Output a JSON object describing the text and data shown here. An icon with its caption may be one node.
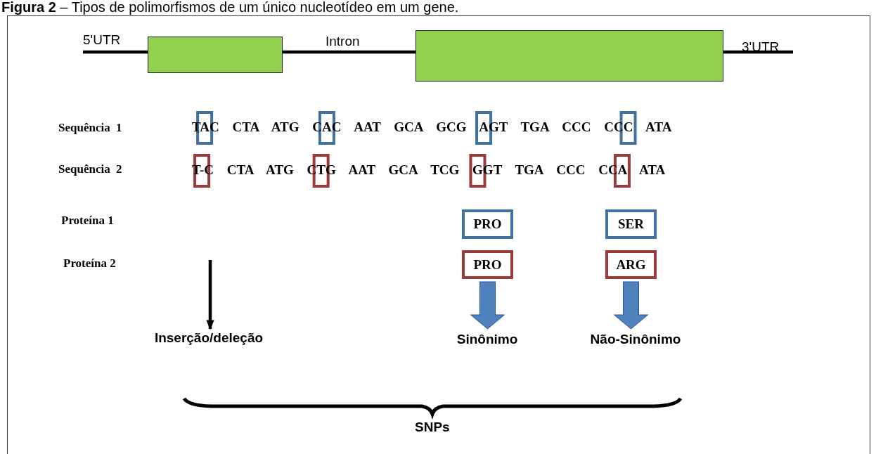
{
  "diagram": {
    "title": "**Figura 2** – Tipos de polimorfismos de um único nucleotídeo em um gene.",
    "nodes": [
      {
        "text": [],
        "shape": "box"
      },
      {
        "text": [],
        "shape": "box"
      },
      {
        "text": [
          "PRO"
        ]
      },
      {
        "text": [
          "SER"
        ]
      },
      {
        "text": [
          "PRO"
        ]
      },
      {
        "text": [
          "ARG"
        ]
      },
      {
        "text": [
          "Inserção/deleção"
        ]
      },
      {
        "text": [
          "Sinônimo"
        ]
      },
      {
        "text": [
          "Não-Sinônimo"
        ]
      }
    ],
    "edges": [
      {
        "from": null,
        "to": 0,
        "arrow": "none"
      },
      {
        "from": 0,
        "to": 1,
        "arrow": "none"
      },
      {
        "from": 1,
        "to": null,
        "arrow": "none"
      },
      {
        "from": null,
        "to": 6,
        "arrow": "to"
      },
      {
        "from": 4,
        "to": 7,
        "arrow": "to",
        "style": "thick",
        "color": "#4f81bd"
      },
      {
        "from": 5,
        "to": 8,
        "arrow": "to",
        "style": "thick",
        "color": "#4f81bd"
      }
    ],
    "labels": [
      "5'UTR",
      "Intron",
      "3'UTR",
      "Sequência 1",
      "TAC CTA ATG CAC AAT GCA GCG AGT TGA CCC CCC ATA",
      "Sequência 2",
      "T-C CTA ATG CTG AAT GCA TCG GGT TGA CCC CCA ATA",
      "Proteína 1",
      "Proteína 2",
      "SNPs"
    ]
  }
}
